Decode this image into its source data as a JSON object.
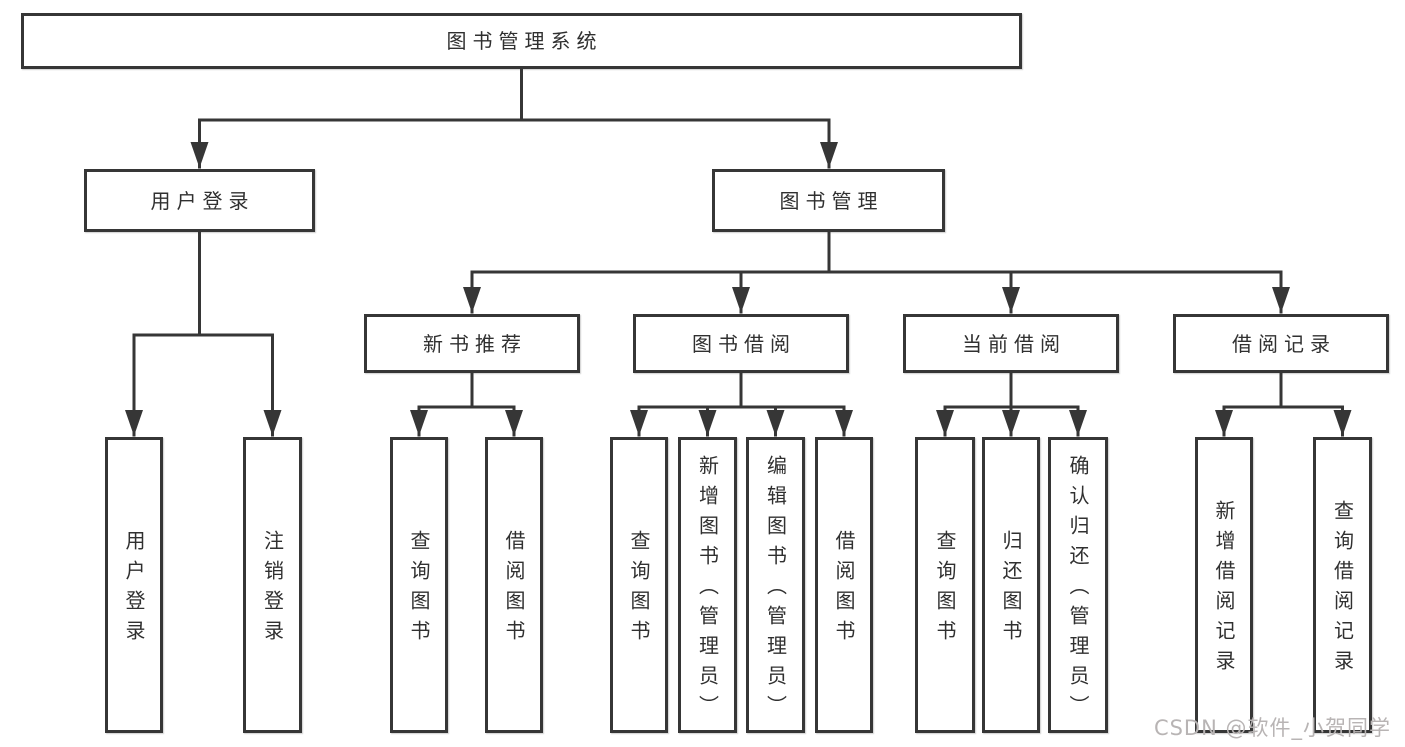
{
  "colors": {
    "line": "#363636",
    "text": "#303030",
    "background": "#ffffff",
    "watermark": "#b8b4b4"
  },
  "watermark": {
    "text": "CSDN @软件_小贺同学"
  },
  "tree": {
    "root": {
      "label": "图书管理系统",
      "children": [
        {
          "label": "用户登录",
          "children": [
            {
              "label": "用户登录"
            },
            {
              "label": "注销登录"
            }
          ]
        },
        {
          "label": "图书管理",
          "children": [
            {
              "label": "新书推荐",
              "children": [
                {
                  "label": "查询图书"
                },
                {
                  "label": "借阅图书"
                }
              ]
            },
            {
              "label": "图书借阅",
              "children": [
                {
                  "label": "查询图书"
                },
                {
                  "label": "新增图书（管理员）"
                },
                {
                  "label": "编辑图书（管理员）"
                },
                {
                  "label": "借阅图书"
                }
              ]
            },
            {
              "label": "当前借阅",
              "children": [
                {
                  "label": "查询图书"
                },
                {
                  "label": "归还图书"
                },
                {
                  "label": "确认归还（管理员）"
                }
              ]
            },
            {
              "label": "借阅记录",
              "children": [
                {
                  "label": "新增借阅记录"
                },
                {
                  "label": "查询借阅记录"
                }
              ]
            }
          ]
        }
      ]
    }
  }
}
